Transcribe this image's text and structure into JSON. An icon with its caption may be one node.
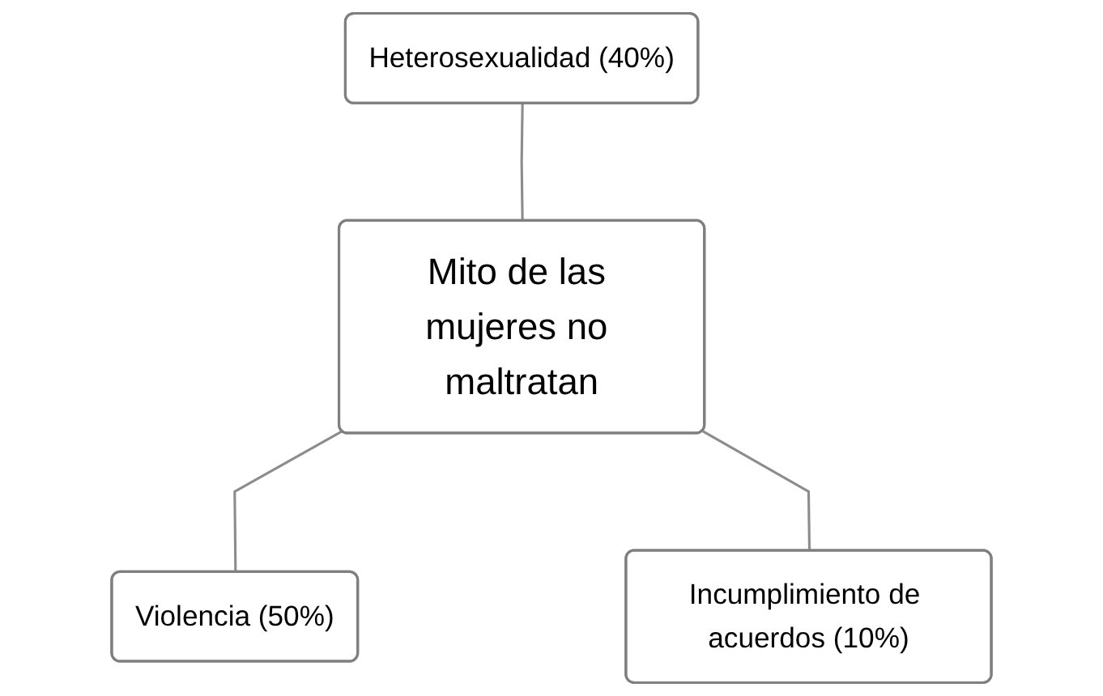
{
  "diagram": {
    "nodes": [
      {
        "text": [
          "Heterosexualidad (40%)"
        ]
      },
      {
        "text": [
          "Mito de las mujeres no maltratan"
        ]
      },
      {
        "text": [
          "Violencia (50%)"
        ]
      },
      {
        "text": [
          "Incumplimiento de acuerdos (10%)"
        ]
      }
    ],
    "edges": [
      {
        "from": 0,
        "to": 1,
        "arrow": "none"
      },
      {
        "from": 1,
        "to": 2,
        "arrow": "none"
      },
      {
        "from": 1,
        "to": 3,
        "arrow": "none"
      }
    ]
  }
}
